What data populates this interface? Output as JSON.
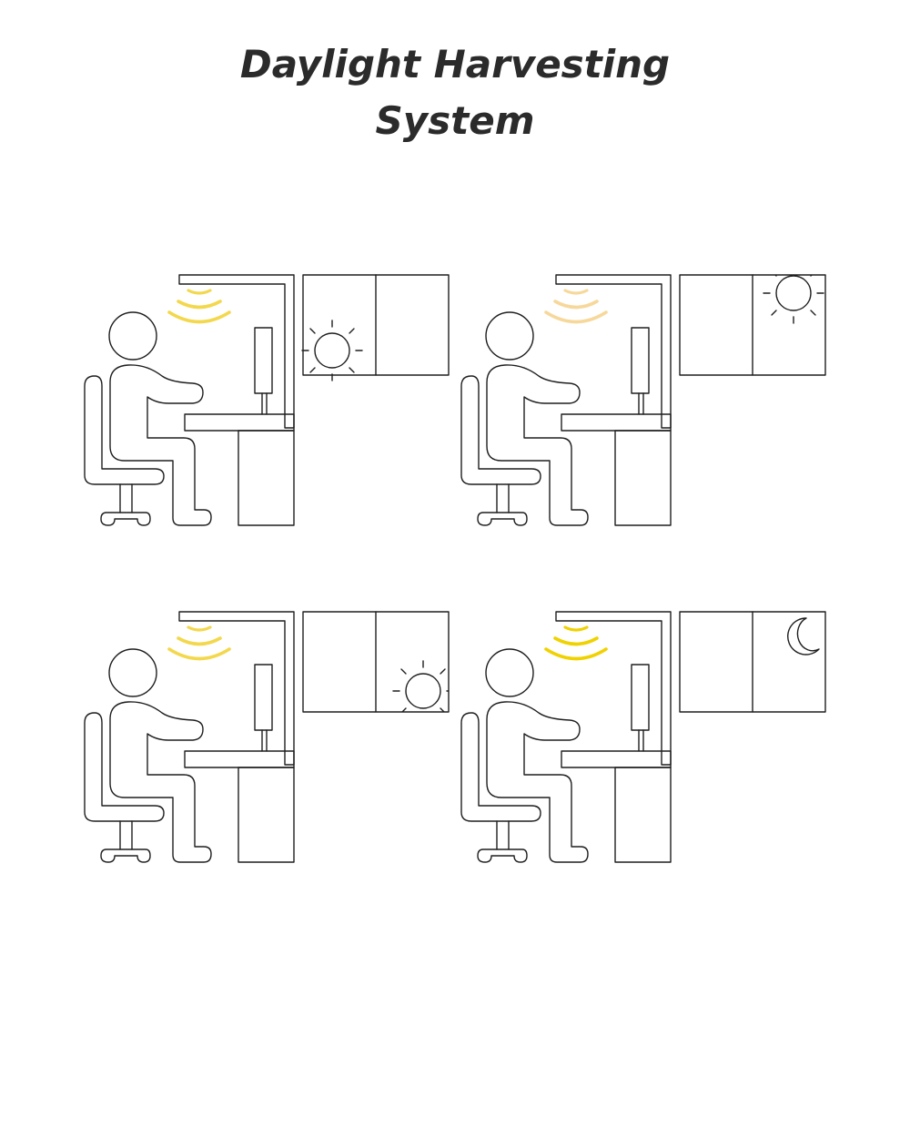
{
  "title": {
    "line1": "Daylight Harvesting",
    "line2": "System"
  },
  "colors": {
    "stroke": "#1e1e1e",
    "background": "#ffffff"
  },
  "scenes": [
    {
      "sky": "sun",
      "window_pane": "left",
      "light_color": "#f2d43a",
      "light_opacity": 0.9
    },
    {
      "sky": "sun",
      "window_pane": "right",
      "light_color": "#f6d490",
      "light_opacity": 0.9
    },
    {
      "sky": "sun",
      "window_pane": "right",
      "light_color": "#f2d43a",
      "light_opacity": 0.9
    },
    {
      "sky": "moon",
      "window_pane": "right",
      "light_color": "#f0d200",
      "light_opacity": 1.0
    }
  ],
  "icons": [
    "lamp-light-waves-icon",
    "sun-icon",
    "moon-icon",
    "person-icon",
    "office-chair-icon",
    "desk-icon",
    "monitor-icon",
    "window-icon"
  ]
}
